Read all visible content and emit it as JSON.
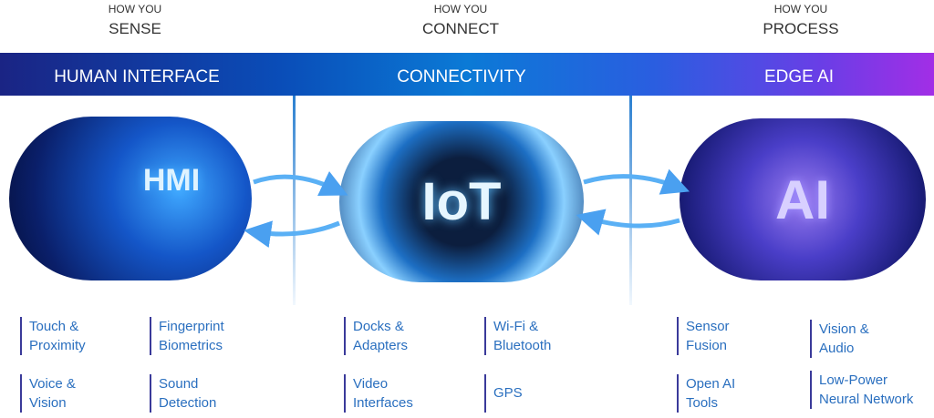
{
  "columns": [
    {
      "small": "HOW YOU",
      "big": "SENSE",
      "banner": "HUMAN INTERFACE",
      "image_label": "HMI",
      "items": [
        [
          "Touch &",
          "Proximity"
        ],
        [
          "Fingerprint",
          "Biometrics"
        ],
        [
          "Voice &",
          "Vision"
        ],
        [
          "Sound",
          "Detection"
        ]
      ]
    },
    {
      "small": "HOW YOU",
      "big": "CONNECT",
      "banner": "CONNECTIVITY",
      "image_label": "IoT",
      "items": [
        [
          "Docks &",
          "Adapters"
        ],
        [
          "Wi-Fi &",
          "Bluetooth"
        ],
        [
          "Video",
          "Interfaces"
        ],
        [
          "GPS",
          ""
        ]
      ]
    },
    {
      "small": "HOW YOU",
      "big": "PROCESS",
      "banner": "EDGE AI",
      "image_label": "AI",
      "items": [
        [
          "Sensor",
          "Fusion"
        ],
        [
          "Vision &",
          "Audio"
        ],
        [
          "Open AI",
          "Tools"
        ],
        [
          "Low-Power",
          "Neural Network"
        ]
      ]
    }
  ]
}
